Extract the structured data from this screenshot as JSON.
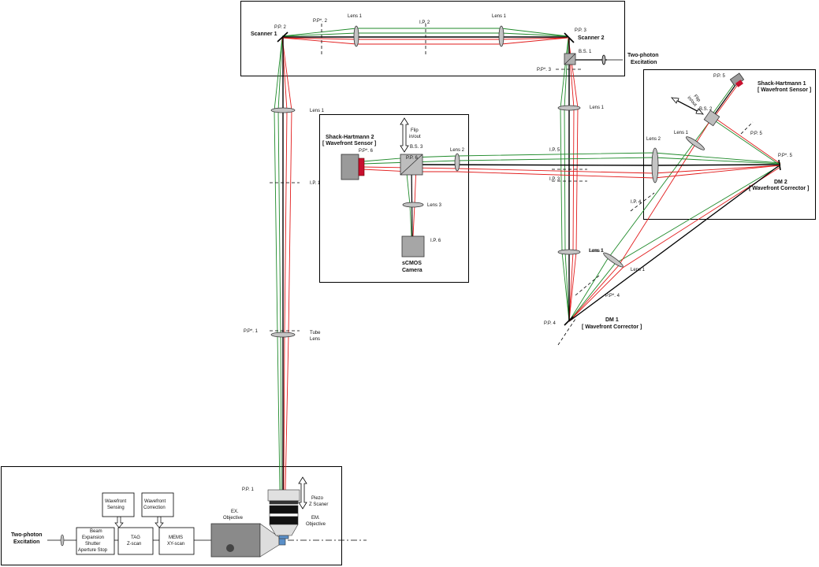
{
  "scanner_box": {
    "scanner1": "Scanner 1",
    "scanner2": "Scanner 2",
    "pp2": "P.P. 2",
    "ppstar2": "P.P*. 2",
    "lens1_left": "Lens 1",
    "ip2": "I.P. 2",
    "lens1_right": "Lens 1",
    "pp3": "P.P. 3",
    "bs1": "B.S. 1",
    "ppstar3": "P.P*. 3",
    "two_photon_excitation": [
      "Two-photon",
      "Excitation"
    ]
  },
  "left_column": {
    "lens1": "Lens 1",
    "ip1": "I.P. 1",
    "ppstar1": "P.P*. 1",
    "tube_lens": [
      "Tube",
      "Lens"
    ]
  },
  "sh2_box": {
    "title": [
      "Shack-Hartmann 2",
      "[ Wavefront Sensor ]"
    ],
    "ppstar6": "P.P*. 6",
    "flip": [
      "Flip",
      "in/out"
    ],
    "bs3": "B.S. 3",
    "pp6": "P.P. 6",
    "lens2": "Lens 2",
    "lens3": "Lens 3",
    "ip6": "I.P. 6",
    "camera": [
      "sCMOS",
      "Camera"
    ]
  },
  "middle_column": {
    "lens1_top": "Lens 1",
    "ip5": "I.P. 5",
    "ip3": "I.P. 3",
    "lens1_bottom": "Lens 1",
    "pp4": "P.P. 4",
    "dm1": [
      "DM 1",
      "[ Wavefront Corrector ]"
    ]
  },
  "sh1_box": {
    "title": [
      "Shack-Hartmann 1",
      "[ Wavefront Sensor ]"
    ],
    "pp5": "P.P. 5",
    "flip": [
      "Flip",
      "in/out"
    ],
    "bs2": "B.S. 2",
    "lens1": "Lens 1",
    "lens2": "Lens 2",
    "pp5_right": "P.P. 5",
    "ppstar5": "P.P*. 5",
    "dm2": [
      "DM 2",
      "[ Wavefront Corrector ]"
    ],
    "ip4": "I.P. 4"
  },
  "diagonal": {
    "lens1_a": "Lens 1",
    "lens1_b": "Lens 1",
    "ppstar4": "P.P*. 4"
  },
  "bottom_box": {
    "two_photon_excitation": [
      "Two-photon",
      "Excitation"
    ],
    "beam_block": [
      "Beam",
      "Expansion",
      "Shutter",
      "Aperture Stop"
    ],
    "tag_block": [
      "TAG",
      "Z-scan"
    ],
    "mems_block": [
      "MEMS",
      "XY-scan"
    ],
    "wavefront_sensing": [
      "Wavefront",
      "Sensing"
    ],
    "wavefront_correction": [
      "Wavefront",
      "Correction"
    ],
    "ex_objective": [
      "EX.",
      "Objective"
    ],
    "em_objective": [
      "EM.",
      "Objective"
    ],
    "piezo": [
      "Piezo",
      "Z Scaner"
    ],
    "pp1": "P.P. 1"
  },
  "colors": {
    "beam_black": "#000000",
    "beam_red": "#e21b1b",
    "beam_green": "#1f8a2a",
    "element_gray": "#b8b8b8",
    "sensor_red": "#c8102e"
  }
}
